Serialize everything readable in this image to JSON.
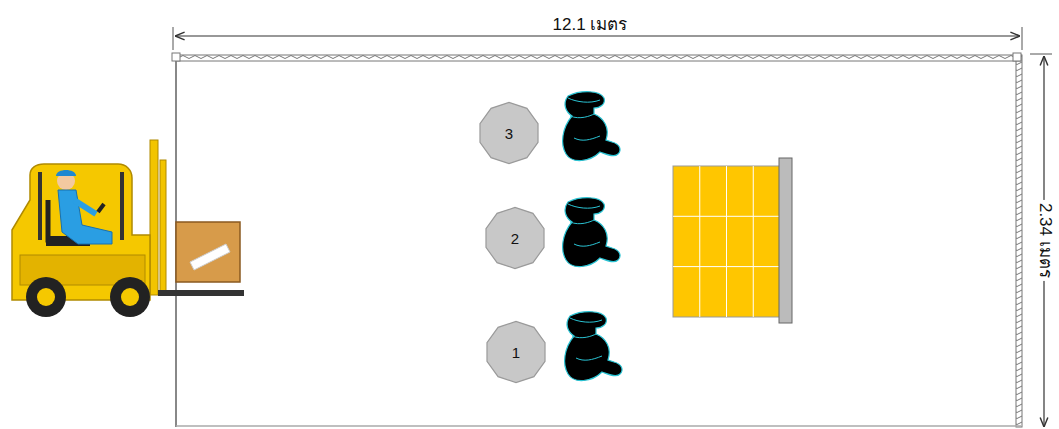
{
  "diagram": {
    "nodes": [
      {
        "text": [
          "3"
        ]
      },
      {
        "text": [
          "2"
        ]
      },
      {
        "text": [
          "1"
        ]
      }
    ],
    "labels": [
      "12.1 เมตร",
      "2.34 เมตร"
    ]
  }
}
